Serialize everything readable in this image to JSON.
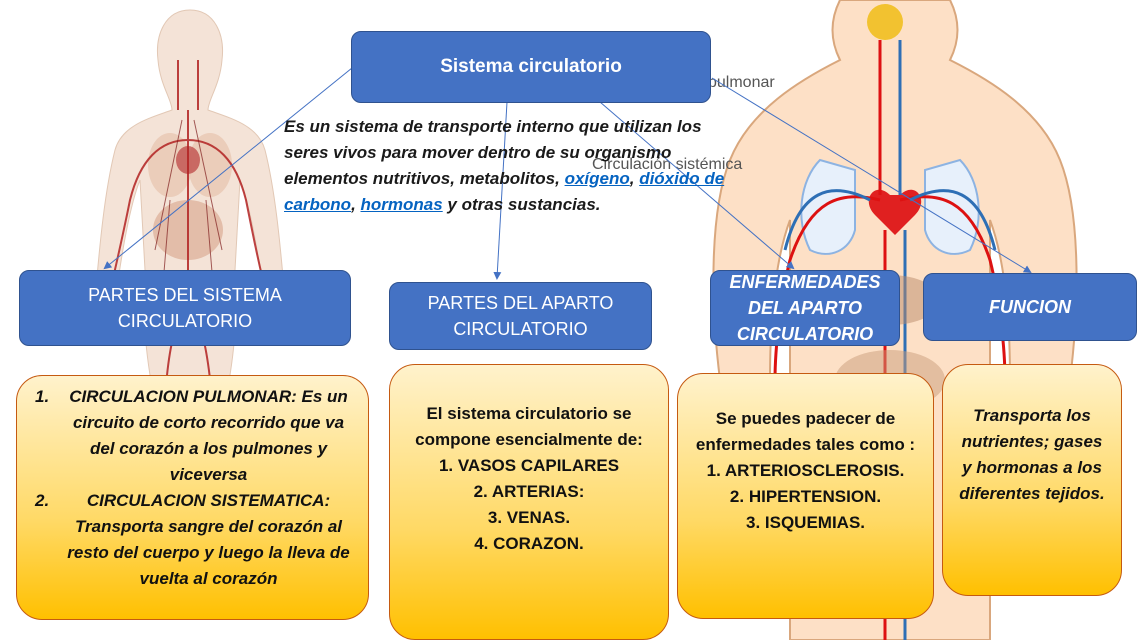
{
  "title": "Sistema circulatorio",
  "description": {
    "part1": "Es un sistema de transporte interno que utilizan los seres vivos para mover dentro de su organismo elementos nutritivos, metabolitos, ",
    "link1": "oxígeno",
    "sep1": ", ",
    "link2": "dióxido de carbono",
    "sep2": ", ",
    "link3": "hormonas",
    "part2": " y otras sustancias."
  },
  "background_labels": {
    "pulmonar": "pulmonar",
    "sistemica": "Circulación sistémica"
  },
  "headers": {
    "partes_sistema": "PARTES DEL SISTEMA CIRCULATORIO",
    "partes_aparato": "PARTES DEL APARTO CIRCULATORIO",
    "enfermedades": "ENFERMEDADES DEL APARTO CIRCULATORIO",
    "funcion": "FUNCION"
  },
  "box1": {
    "items": [
      {
        "num": "1.",
        "title": "CIRCULACION PULMONAR:",
        "text": " Es un circuito de corto recorrido que va del corazón a los pulmones y viceversa"
      },
      {
        "num": "2.",
        "title": "CIRCULACION SISTEMATICA:",
        "text": " Transporta sangre del corazón al resto del cuerpo y luego la lleva de vuelta al corazón"
      }
    ]
  },
  "box2": {
    "intro": "El sistema circulatorio se compone esencialmente de:",
    "items": [
      "1.   VASOS CAPILARES",
      "2.   ARTERIAS:",
      "3.   VENAS.",
      "4.   CORAZON."
    ]
  },
  "box3": {
    "intro": "Se puedes padecer de enfermedades tales como :",
    "items": [
      "1.   ARTERIOSCLEROSIS.",
      "2.   HIPERTENSION.",
      "3.   ISQUEMIAS."
    ]
  },
  "box4": {
    "text": "Transporta los nutrientes; gases y hormonas a los diferentes tejidos."
  },
  "colors": {
    "blue": "#4472c4",
    "yellow": "#ffd965",
    "link": "#0563c1"
  }
}
